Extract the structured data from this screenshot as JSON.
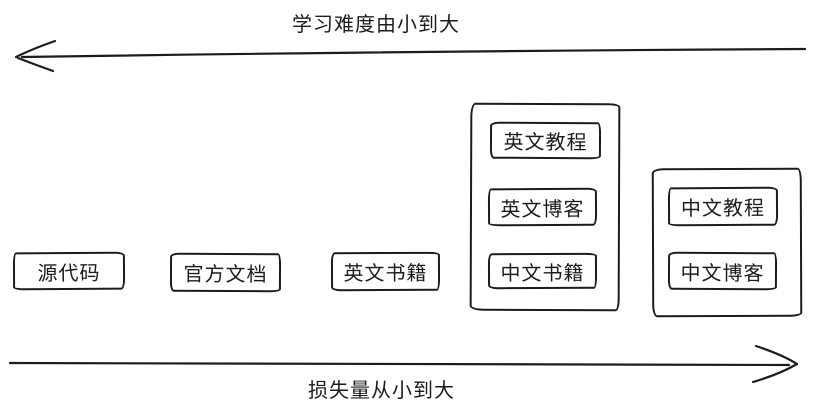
{
  "diagram": {
    "colors": {
      "stroke": "#1c1c1c",
      "background": "#ffffff"
    },
    "top_axis": {
      "label": "学习难度由小到大",
      "direction": "left"
    },
    "bottom_axis": {
      "label": "损失量从小到大",
      "direction": "right"
    },
    "boxes": [
      {
        "id": "source-code",
        "label": "源代码"
      },
      {
        "id": "official-docs",
        "label": "官方文档"
      },
      {
        "id": "english-books",
        "label": "英文书籍"
      }
    ],
    "groups": [
      {
        "id": "english-resources",
        "items": [
          {
            "id": "english-tutorials",
            "label": "英文教程"
          },
          {
            "id": "english-blogs",
            "label": "英文博客"
          },
          {
            "id": "chinese-books",
            "label": "中文书籍"
          }
        ]
      },
      {
        "id": "chinese-resources",
        "items": [
          {
            "id": "chinese-tutorials",
            "label": "中文教程"
          },
          {
            "id": "chinese-blogs",
            "label": "中文博客"
          }
        ]
      }
    ]
  }
}
